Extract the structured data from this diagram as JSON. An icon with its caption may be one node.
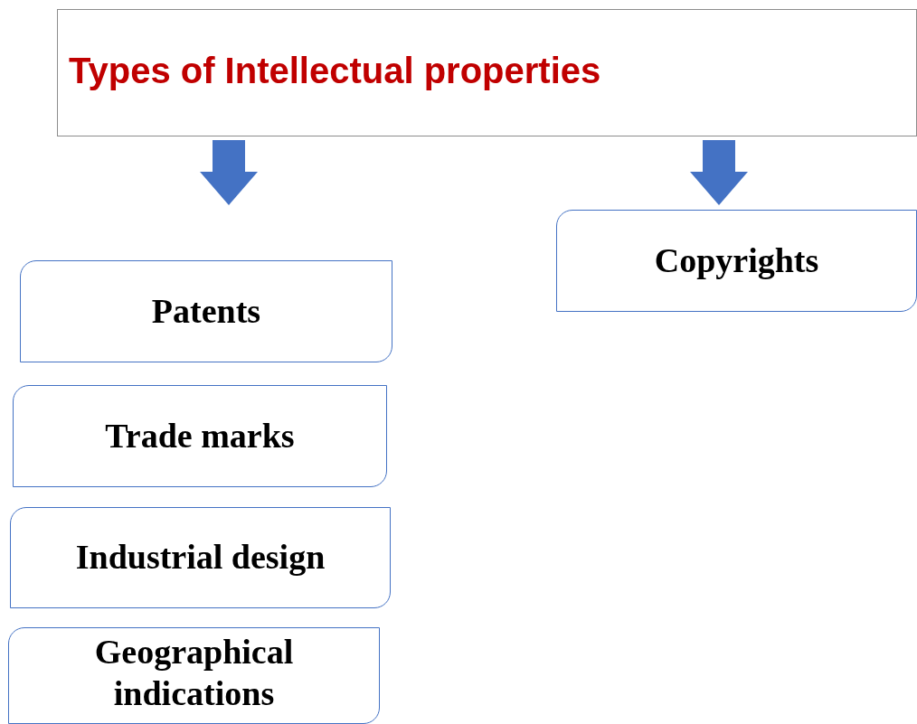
{
  "diagram": {
    "nodes": [
      {
        "text": [
          "Types of Intellectual properties"
        ]
      },
      {
        "text": [
          "Patents"
        ]
      },
      {
        "text": [
          "Trade marks"
        ]
      },
      {
        "text": [
          "Industrial design"
        ]
      },
      {
        "text": [
          "Geographical indications"
        ]
      },
      {
        "text": [
          "Copyrights"
        ]
      }
    ],
    "edges": [
      {
        "from": 0,
        "to": 1,
        "arrow": "to"
      },
      {
        "from": 0,
        "to": 5,
        "arrow": "to"
      }
    ]
  }
}
